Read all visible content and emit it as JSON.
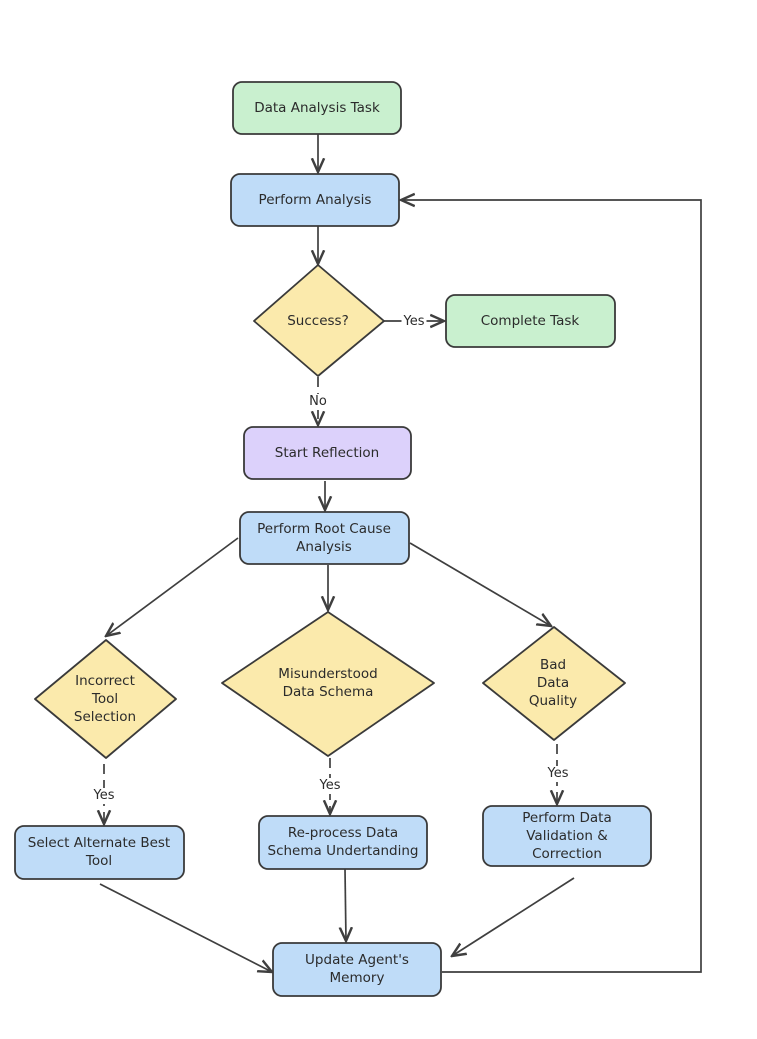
{
  "nodes": {
    "data_analysis_task": "Data Analysis Task",
    "perform_analysis": "Perform Analysis",
    "success": "Success?",
    "complete_task": "Complete Task",
    "start_reflection": "Start Reflection",
    "root_cause": [
      "Perform Root Cause",
      "Analysis"
    ],
    "incorrect_tool": [
      "Incorrect",
      "Tool",
      "Selection"
    ],
    "misunderstood_schema": [
      "Misunderstood",
      "Data Schema"
    ],
    "bad_data_quality": [
      "Bad",
      "Data",
      "Quality"
    ],
    "select_alternate": [
      "Select Alternate Best",
      "Tool"
    ],
    "reprocess_schema": [
      "Re-process Data",
      "Schema Undertanding"
    ],
    "validation": [
      "Perform Data",
      "Validation &",
      "Correction"
    ],
    "update_memory": [
      "Update Agent's",
      "Memory"
    ]
  },
  "edge_labels": {
    "yes_complete": "Yes",
    "no_reflection": "No",
    "yes_tool": "Yes",
    "yes_schema": "Yes",
    "yes_quality": "Yes"
  },
  "colors": {
    "green": "#c9f0cf",
    "blue": "#bfdcf8",
    "purple": "#dcd1fb",
    "yellow": "#fbeaac",
    "stroke": "#3a3a3a"
  }
}
